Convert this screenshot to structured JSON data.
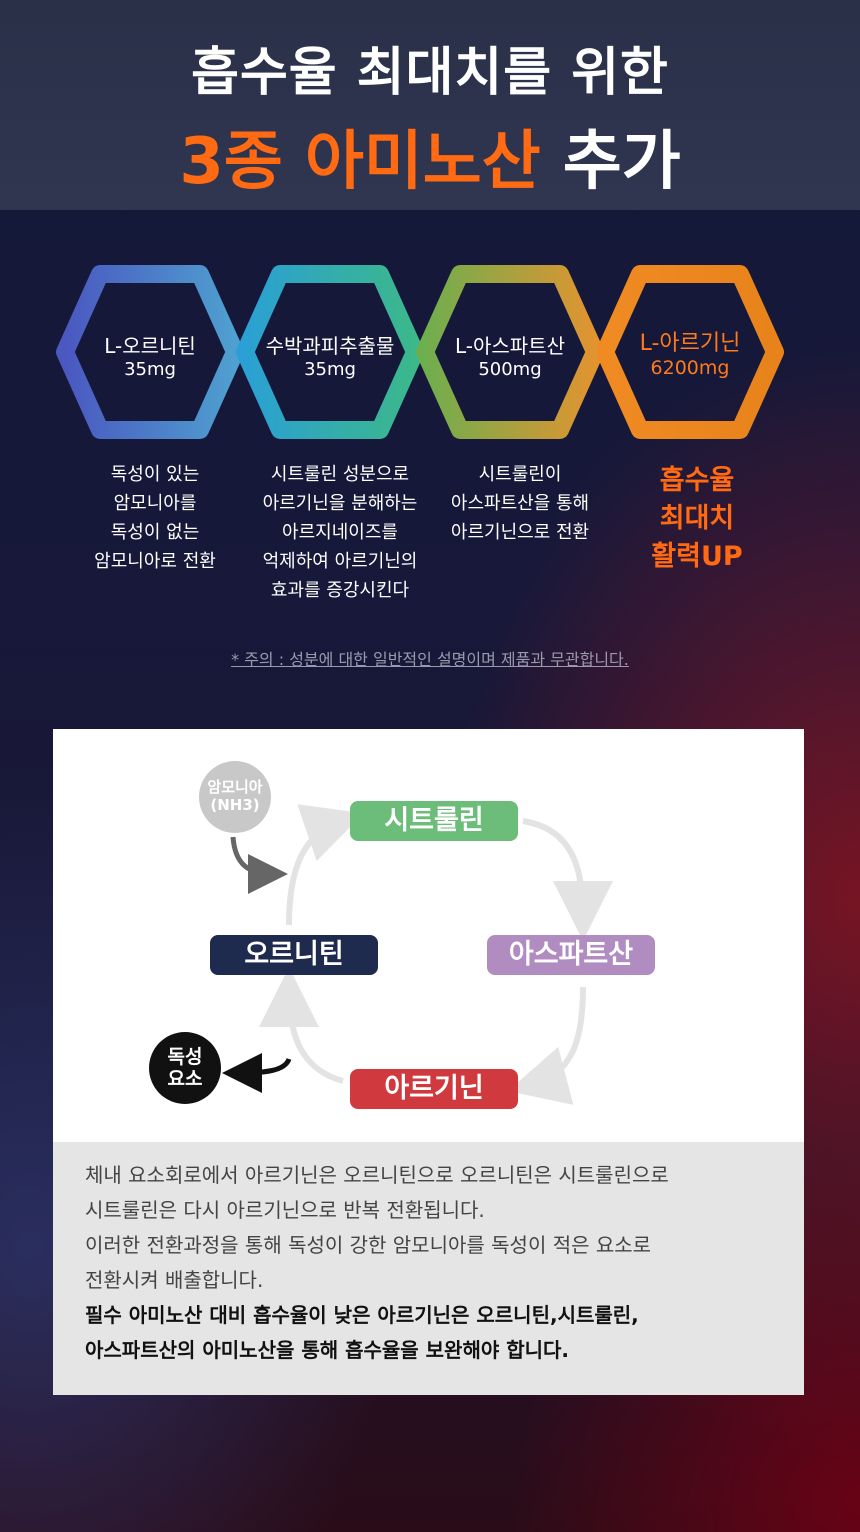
{
  "header": {
    "line1": "흡수율 최대치를 위한",
    "line2_accent": "3종 아미노산",
    "line2_rest": "추가"
  },
  "ingredients": [
    {
      "name": "L-오르니틴",
      "dose": "35mg",
      "color": "#4a5dc4",
      "description": [
        "독성이 있는",
        "암모니아를",
        "독성이 없는",
        "암모니아로 전환"
      ]
    },
    {
      "name": "수박과피추출물",
      "dose": "35mg",
      "color": "#1aa6c9",
      "description": [
        "시트룰린 성분으로",
        "아르기닌을 분해하는",
        "아르지네이즈를",
        "억제하여 아르기닌의",
        "효과를 증강시킨다"
      ]
    },
    {
      "name": "L-아스파트산",
      "dose": "500mg",
      "color": "#9aa23a",
      "description": [
        "시트룰린이",
        "아스파트산을 통해",
        "아르기닌으로 전환"
      ]
    },
    {
      "name": "L-아르기닌",
      "dose": "6200mg",
      "color": "#ff7a1a",
      "description": [
        "흡수율",
        "최대치",
        "활력UP"
      ]
    }
  ],
  "note": "* 주의 : 성분에 대한 일반적인 설명이며 제품과 무관합니다.",
  "cycle": {
    "ammonia": "암모니아",
    "ammonia_formula": "(NH3)",
    "citrulline": "시트룰린",
    "aspartate": "아스파트산",
    "arginine": "아르기닌",
    "ornithine": "오르니틴",
    "toxic_1": "독성",
    "toxic_2": "요소",
    "colors": {
      "citrulline": "#6cbd7a",
      "aspartate": "#b08cc0",
      "arginine": "#d0393d",
      "ornithine": "#1e2a4e"
    }
  },
  "explanation": {
    "lines": [
      "체내 요소회로에서 아르기닌은 오르니틴으로 오르니틴은 시트룰린으로",
      "시트룰린은 다시 아르기닌으로 반복 전환됩니다.",
      "이러한 전환과정을 통해 독성이 강한 암모니아를 독성이 적은 요소로",
      "전환시켜 배출합니다."
    ],
    "bold_lines": [
      "필수 아미노산 대비 흡수율이 낮은 아르기닌은 오르니틴,시트룰린,",
      "아스파트산의 아미노산을 통해 흡수율을 보완해야 합니다."
    ]
  }
}
